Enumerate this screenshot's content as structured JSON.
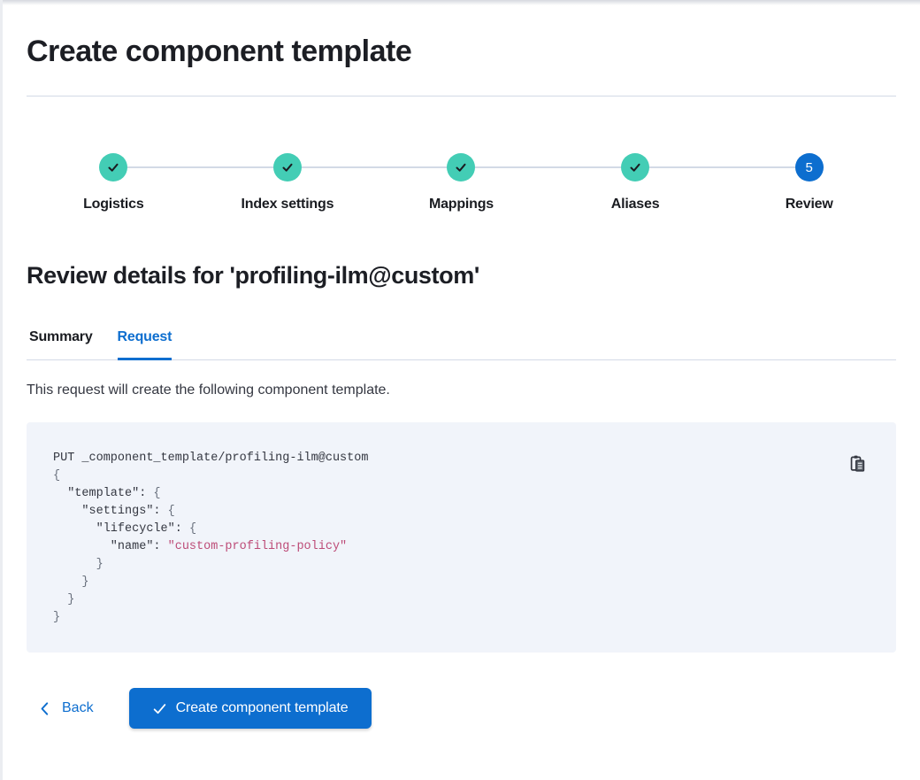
{
  "page": {
    "title": "Create component template"
  },
  "steps": {
    "items": [
      {
        "label": "Logistics",
        "status": "complete"
      },
      {
        "label": "Index settings",
        "status": "complete"
      },
      {
        "label": "Mappings",
        "status": "complete"
      },
      {
        "label": "Aliases",
        "status": "complete"
      },
      {
        "label": "Review",
        "status": "current",
        "number": "5"
      }
    ]
  },
  "review": {
    "heading": "Review details for 'profiling-ilm@custom'",
    "tabs": [
      {
        "label": "Summary",
        "active": false
      },
      {
        "label": "Request",
        "active": true
      }
    ],
    "description": "This request will create the following component template."
  },
  "code": {
    "request_line": "PUT _component_template/profiling-ilm@custom",
    "open_brace": "{",
    "brace": "{",
    "template_key": "  \"template\": ",
    "settings_key": "    \"settings\": ",
    "lifecycle_key": "      \"lifecycle\": ",
    "name_key": "        \"name\": ",
    "name_value": "\"custom-profiling-policy\"",
    "close_1": "      }",
    "close_2": "    }",
    "close_3": "  }",
    "close_4": "}"
  },
  "footer": {
    "back_label": "Back",
    "create_label": "Create component template"
  },
  "colors": {
    "accent_blue": "#0d6ecf",
    "step_complete_teal": "#43cdb5",
    "divider_gray": "#d3dae6",
    "code_background": "#f1f4fa",
    "code_text": "#343741",
    "code_punctuation": "#69707d",
    "code_string_pink": "#bd4c78"
  }
}
